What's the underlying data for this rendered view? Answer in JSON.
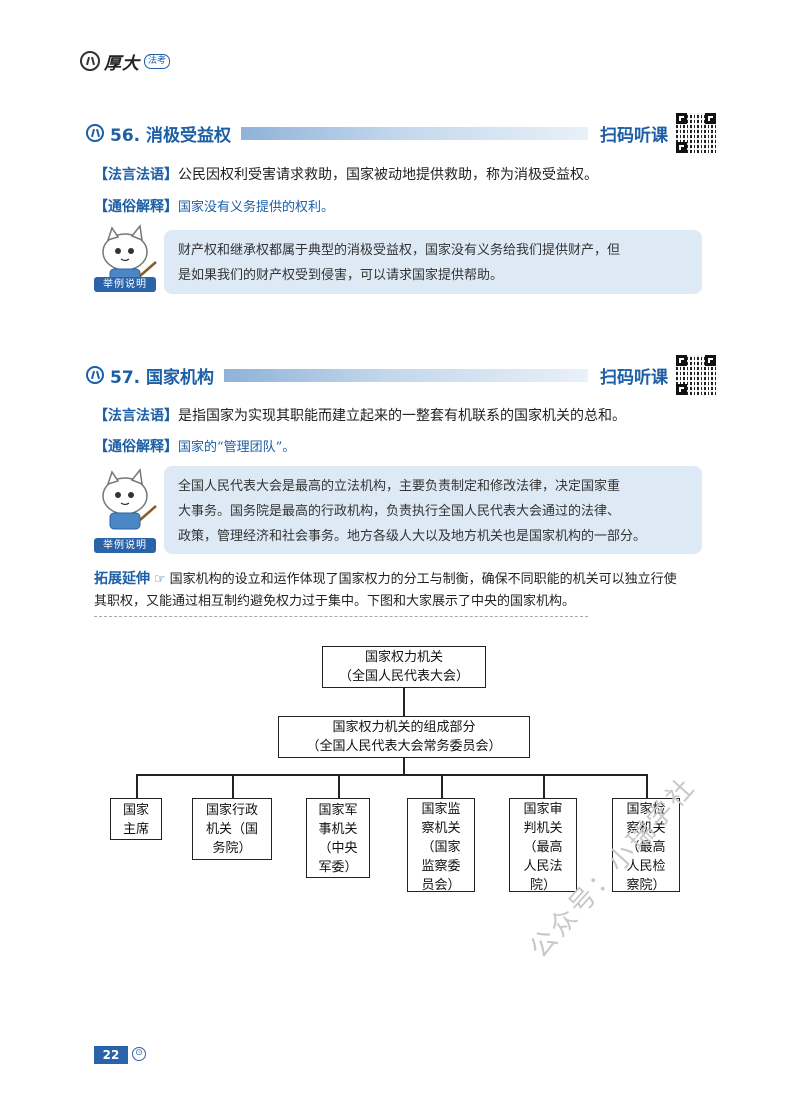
{
  "logo": {
    "text": "厚大",
    "badge": "法考"
  },
  "sections": [
    {
      "title": "56. 消极受益权",
      "scan_label": "扫码听课",
      "definition_tag": "【法言法语】",
      "definition": "公民因权利受害请求救助，国家被动地提供救助，称为消极受益权。",
      "plain_tag": "【通俗解释】",
      "plain": "国家没有义务提供的权利。",
      "example_label": "举例说明",
      "example_lines": [
        "财产权和继承权都属于典型的消极受益权，国家没有义务给我们提供财产，但",
        "是如果我们的财产权受到侵害，可以请求国家提供帮助。"
      ]
    },
    {
      "title": "57. 国家机构",
      "scan_label": "扫码听课",
      "definition_tag": "【法言法语】",
      "definition": "是指国家为实现其职能而建立起来的一整套有机联系的国家机关的总和。",
      "plain_tag": "【通俗解释】",
      "plain": "国家的“管理团队”。",
      "example_label": "举例说明",
      "example_lines": [
        "全国人民代表大会是最高的立法机构，主要负责制定和修改法律，决定国家重",
        "大事务。国务院是最高的行政机构，负责执行全国人民代表大会通过的法律、",
        "政策，管理经济和社会事务。地方各级人大以及地方机关也是国家机构的一部分。"
      ],
      "extension_tag": "拓展延伸",
      "extension_lines": [
        "国家机构的设立和运作体现了国家权力的分工与制衡，确保不同职能的机关可以独立行使",
        "其职权，又能通过相互制约避免权力过于集中。下图和大家展示了中央的国家机构。"
      ]
    }
  ],
  "org_chart": {
    "top": [
      "国家权力机关",
      "（全国人民代表大会）"
    ],
    "second": [
      "国家权力机关的组成部分",
      "（全国人民代表大会常务委员会）"
    ],
    "children": [
      [
        "国家",
        "主席"
      ],
      [
        "国家行政",
        "机关（国",
        "务院）"
      ],
      [
        "国家军",
        "事机关",
        "（中央",
        "军委）"
      ],
      [
        "国家监",
        "察机关",
        "（国家",
        "监察委",
        "员会）"
      ],
      [
        "国家审",
        "判机关",
        "（最高",
        "人民法",
        "院）"
      ],
      [
        "国家检",
        "察机关",
        "（最高",
        "人民检",
        "察院）"
      ]
    ]
  },
  "watermark": "公众号：小瑞学社",
  "page_number": "22",
  "page_symbol": "⊙"
}
